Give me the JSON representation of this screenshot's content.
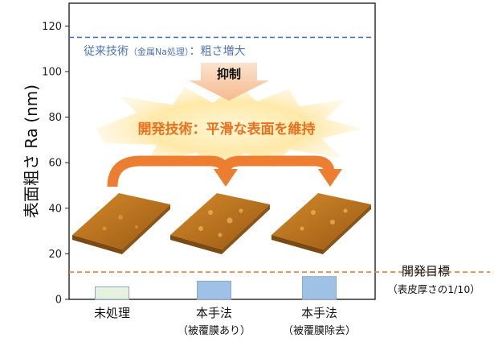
{
  "chart_data": {
    "type": "bar",
    "ylabel": "表面粗さ Ra (nm)",
    "ylim": [
      0,
      130
    ],
    "yticks": [
      0,
      20,
      40,
      60,
      80,
      100,
      120
    ],
    "categories": [
      {
        "label": "未処理",
        "sublabel": ""
      },
      {
        "label": "本手法",
        "sublabel": "（被覆膜あり）"
      },
      {
        "label": "本手法",
        "sublabel": "（被覆膜除去）"
      }
    ],
    "values": [
      5.5,
      8,
      10
    ],
    "bar_colors": [
      "#e6f2dd",
      "#9fc1e6",
      "#9fc1e6"
    ],
    "bar_edge": "#8ea6c8",
    "reference_lines": [
      {
        "value": 115,
        "color": "#4472c4",
        "style": "dashed"
      },
      {
        "value": 12,
        "color": "#ed7d31",
        "style": "dashed"
      }
    ],
    "grid": false
  },
  "annotations": {
    "conventional": "従来技術",
    "conventional_paren": "（金属Na処理）",
    "conventional_tail": "：粗さ増大",
    "suppression": "抑制",
    "developed": "開発技術：平滑な表面を維持",
    "goal_label": "開発目標",
    "goal_sub": "（表皮厚さの1/10）"
  },
  "colors": {
    "accent_orange": "#ed7d31",
    "accent_blue": "#4472c4",
    "surface": "#b8721f"
  },
  "icons": [
    "afm-surface-image",
    "curved-arrow-icon",
    "down-arrow-icon",
    "starburst-shape"
  ]
}
